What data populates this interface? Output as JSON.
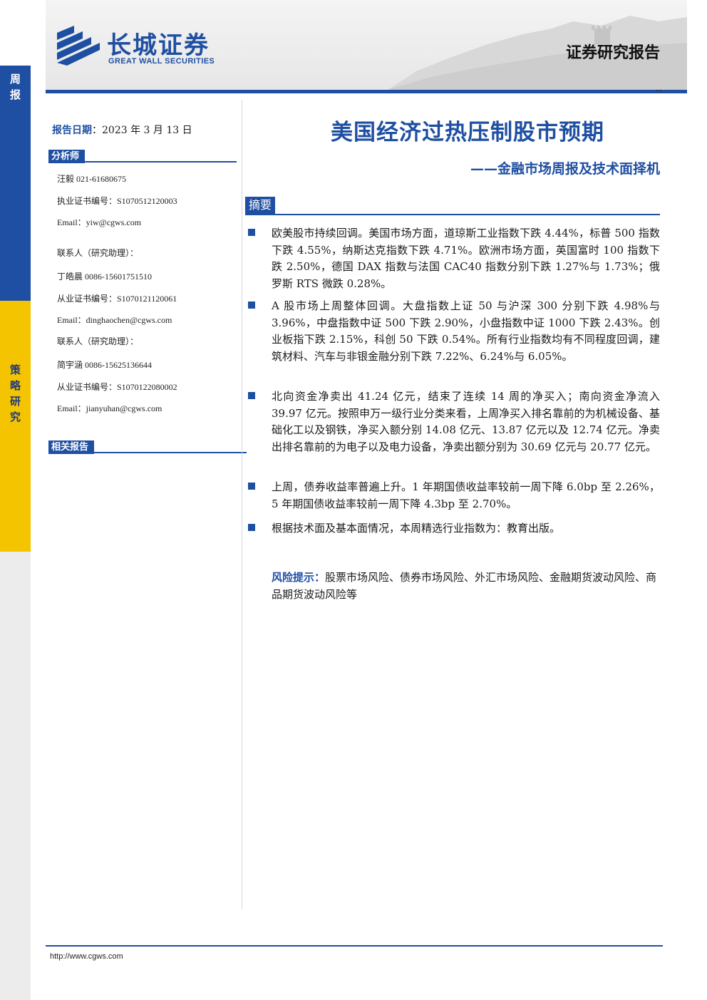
{
  "sidebar": {
    "top_label": "周报",
    "bottom_label": "策略研究"
  },
  "header": {
    "logo_cn": "长城证券",
    "logo_en": "GREAT WALL SECURITIES",
    "report_type": "证券研究报告",
    "page_number": "1"
  },
  "meta": {
    "date_label": "报告日期",
    "date_value": "：2023 年 3 月 13 日"
  },
  "analysts": {
    "heading": "分析师",
    "lines": [
      "汪毅 021-61680675",
      "执业证书编号：S1070512120003",
      "Email：yiw@cgws.com",
      "联系人（研究助理）：",
      "丁皓晨 0086-15601751510",
      "从业证书编号：S1070121120061",
      "Email：dinghaochen@cgws.com",
      "联系人（研究助理）：",
      "简宇涵 0086-15625136644",
      "从业证书编号：S1070122080002",
      "Email：jianyuhan@cgws.com"
    ]
  },
  "related": {
    "heading": "相关报告"
  },
  "report": {
    "title": "美国经济过热压制股市预期",
    "subtitle": "——金融市场周报及技术面择机",
    "abstract_heading": "摘要",
    "bullets": [
      "欧美股市持续回调。美国市场方面，道琼斯工业指数下跌 4.44%，标普 500 指数下跌 4.55%，纳斯达克指数下跌 4.71%。欧洲市场方面，英国富时 100 指数下跌 2.50%，德国 DAX 指数与法国 CAC40 指数分别下跌 1.27%与 1.73%；俄罗斯 RTS 微跌 0.28%。",
      "A 股市场上周整体回调。大盘指数上证 50 与沪深 300 分别下跌 4.98%与 3.96%，中盘指数中证 500 下跌 2.90%，小盘指数中证 1000 下跌 2.43%。创业板指下跌 2.15%，科创 50 下跌 0.54%。所有行业指数均有不同程度回调，建筑材料、汽车与非银金融分别下跌 7.22%、6.24%与 6.05%。",
      "北向资金净卖出 41.24 亿元，结束了连续 14 周的净买入；南向资金净流入 39.97 亿元。按照申万一级行业分类来看，上周净买入排名靠前的为机械设备、基础化工以及钢铁，净买入额分别 14.08 亿元、13.87 亿元以及 12.74 亿元。净卖出排名靠前的为电子以及电力设备，净卖出额分别为 30.69 亿元与 20.77 亿元。",
      "上周，债券收益率普遍上升。1 年期国债收益率较前一周下降 6.0bp 至 2.26%，5 年期国债收益率较前一周下降 4.3bp 至 2.70%。",
      "根据技术面及基本面情况，本周精选行业指数为：教育出版。"
    ],
    "risk_label": "风险提示：",
    "risk_text": "股票市场风险、债券市场风险、外汇市场风险、金融期货波动风险、商品期货波动风险等"
  },
  "footer": {
    "url": "http://www.cgws.com"
  },
  "colors": {
    "brand_blue": "#1f4fa2",
    "brand_yellow": "#f5c400"
  }
}
